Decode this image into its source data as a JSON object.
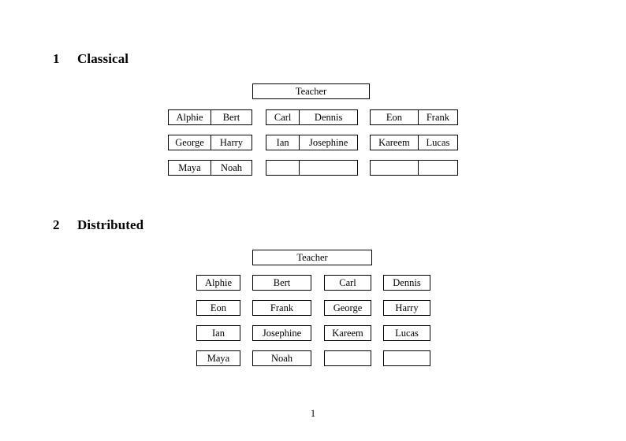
{
  "document": {
    "page_number": "1"
  },
  "sections": [
    {
      "number": "1",
      "title": "Classical",
      "root": {
        "label": "Teacher"
      },
      "groups": [
        {
          "rows": [
            {
              "cells": [
                {
                  "label": "Alphie"
                },
                {
                  "label": "Bert"
                }
              ]
            },
            {
              "cells": [
                {
                  "label": "George"
                },
                {
                  "label": "Harry"
                }
              ]
            },
            {
              "cells": [
                {
                  "label": "Maya"
                },
                {
                  "label": "Noah"
                }
              ]
            }
          ]
        },
        {
          "rows": [
            {
              "cells": [
                {
                  "label": "Carl"
                },
                {
                  "label": "Dennis"
                }
              ]
            },
            {
              "cells": [
                {
                  "label": "Ian"
                },
                {
                  "label": "Josephine"
                }
              ]
            },
            {
              "cells": [
                {
                  "label": ""
                },
                {
                  "label": ""
                }
              ]
            }
          ]
        },
        {
          "rows": [
            {
              "cells": [
                {
                  "label": "Eon"
                },
                {
                  "label": "Frank"
                }
              ]
            },
            {
              "cells": [
                {
                  "label": "Kareem"
                },
                {
                  "label": "Lucas"
                }
              ]
            },
            {
              "cells": [
                {
                  "label": ""
                },
                {
                  "label": ""
                }
              ]
            }
          ]
        }
      ]
    },
    {
      "number": "2",
      "title": "Distributed",
      "root": {
        "label": "Teacher"
      },
      "rows": [
        {
          "boxes": [
            {
              "label": "Alphie"
            },
            {
              "label": "Bert"
            },
            {
              "label": "Carl"
            },
            {
              "label": "Dennis"
            }
          ]
        },
        {
          "boxes": [
            {
              "label": "Eon"
            },
            {
              "label": "Frank"
            },
            {
              "label": "George"
            },
            {
              "label": "Harry"
            }
          ]
        },
        {
          "boxes": [
            {
              "label": "Ian"
            },
            {
              "label": "Josephine"
            },
            {
              "label": "Kareem"
            },
            {
              "label": "Lucas"
            }
          ]
        },
        {
          "boxes": [
            {
              "label": "Maya"
            },
            {
              "label": "Noah"
            },
            {
              "label": ""
            },
            {
              "label": ""
            }
          ]
        }
      ]
    }
  ]
}
